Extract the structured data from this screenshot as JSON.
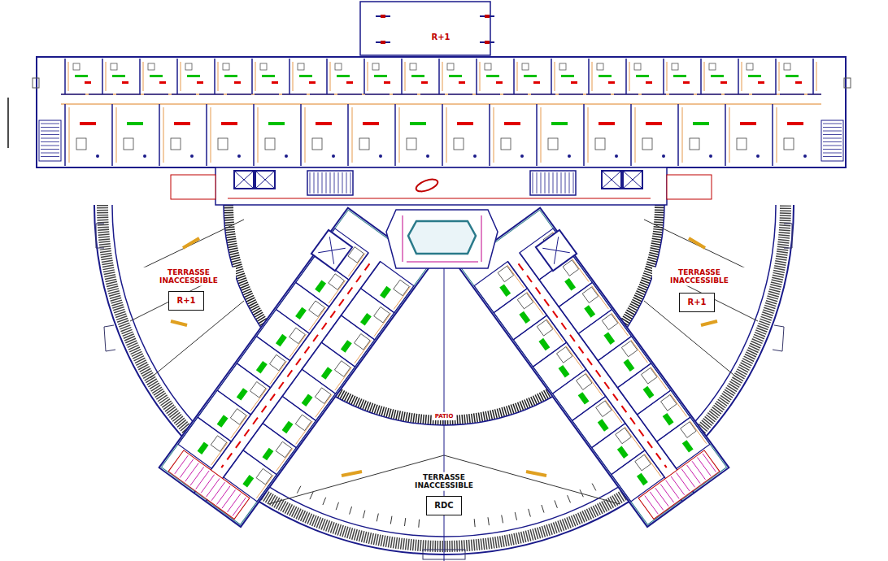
{
  "diagram": {
    "nodes": [
      {
        "text": [
          "R+1"
        ]
      },
      {
        "text": [
          "R+1"
        ]
      },
      {
        "text": [
          "RDC"
        ]
      }
    ],
    "labels": [
      "R+1",
      "TERRASSE INACCESSIBLE",
      "TERRASSE INACCESSIBLE",
      "PATIO",
      "TERRASSE INACCESSIBLE"
    ]
  }
}
